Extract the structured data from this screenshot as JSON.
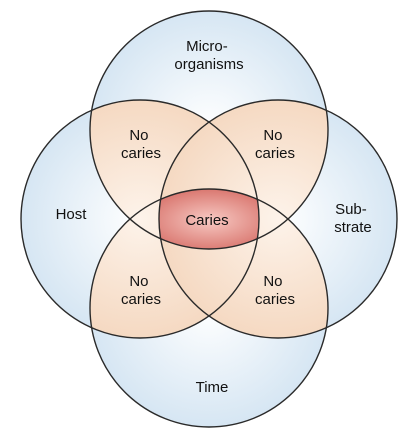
{
  "circles": {
    "top": {
      "label_lines": [
        "Micro-",
        "organisms"
      ]
    },
    "left": {
      "label_lines": [
        "Host"
      ]
    },
    "right": {
      "label_lines": [
        "Sub-",
        "strate"
      ]
    },
    "bottom": {
      "label_lines": [
        "Time"
      ]
    }
  },
  "regions": {
    "top_left": {
      "label_lines": [
        "No",
        "caries"
      ]
    },
    "top_right": {
      "label_lines": [
        "No",
        "caries"
      ]
    },
    "bottom_left": {
      "label_lines": [
        "No",
        "caries"
      ]
    },
    "bottom_right": {
      "label_lines": [
        "No",
        "caries"
      ]
    },
    "center": {
      "label": "Caries"
    }
  },
  "colors": {
    "circle_fill": "#dbeaf5",
    "overlap_fill": "#f7e1cd",
    "center_fill": "#b52a2a",
    "center_highlight": "#f2b6b0",
    "outline": "#2a2a2a"
  }
}
